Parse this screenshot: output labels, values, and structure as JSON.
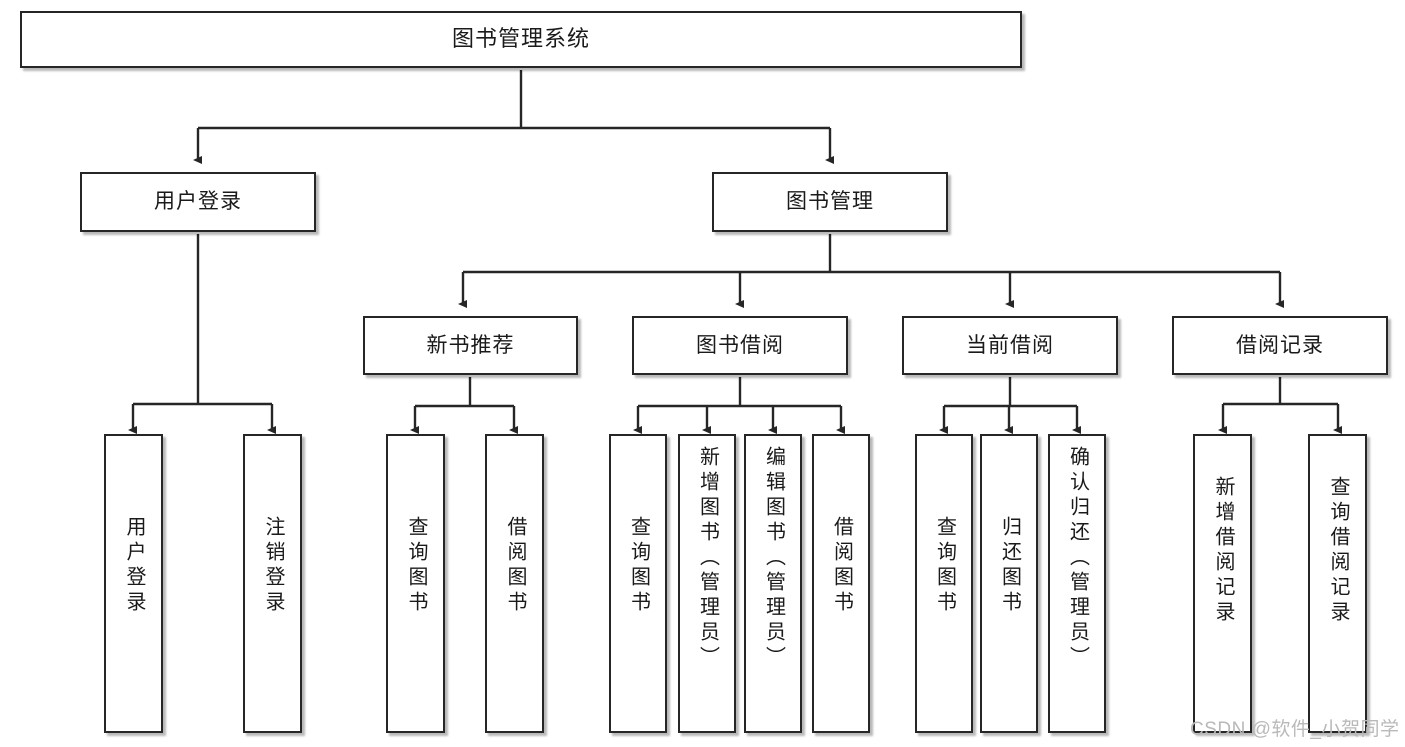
{
  "diagram": {
    "title": "图书管理系统",
    "type": "tree-hierarchy-chart",
    "colors": {
      "box_border": "#262626",
      "box_fill": "#ffffff",
      "edge": "#262626",
      "text": "#1a1a1a",
      "watermark": "#b9b9b9",
      "background": "#ffffff"
    },
    "watermark": "CSDN @软件_小贺同学",
    "nodes": {
      "root": {
        "label": "图书管理系统"
      },
      "level2": [
        {
          "id": "user-login",
          "label": "用户登录"
        },
        {
          "id": "book-management",
          "label": "图书管理"
        }
      ],
      "level3": [
        {
          "id": "new-book-recommend",
          "label": "新书推荐"
        },
        {
          "id": "book-borrow",
          "label": "图书借阅"
        },
        {
          "id": "current-borrow",
          "label": "当前借阅"
        },
        {
          "id": "borrow-record",
          "label": "借阅记录"
        }
      ],
      "leaves": {
        "user_login": [
          {
            "id": "leaf-user-login",
            "label": "用户登录"
          },
          {
            "id": "leaf-logout-login",
            "label": "注销登录"
          }
        ],
        "new_book_recommend": [
          {
            "id": "leaf-query-book-1",
            "label": "查询图书"
          },
          {
            "id": "leaf-borrow-book-1",
            "label": "借阅图书"
          }
        ],
        "book_borrow": [
          {
            "id": "leaf-query-book-2",
            "label": "查询图书"
          },
          {
            "id": "leaf-add-book",
            "label": "新增图书（管理员）"
          },
          {
            "id": "leaf-edit-book",
            "label": "编辑图书（管理员）"
          },
          {
            "id": "leaf-borrow-book-2",
            "label": "借阅图书"
          }
        ],
        "current_borrow": [
          {
            "id": "leaf-query-book-3",
            "label": "查询图书"
          },
          {
            "id": "leaf-return-book",
            "label": "归还图书"
          },
          {
            "id": "leaf-confirm-return",
            "label": "确认归还（管理员）"
          }
        ],
        "borrow_record": [
          {
            "id": "leaf-add-borrow-record",
            "label": "新增借阅记录"
          },
          {
            "id": "leaf-query-borrow-record",
            "label": "查询借阅记录"
          }
        ]
      }
    }
  }
}
